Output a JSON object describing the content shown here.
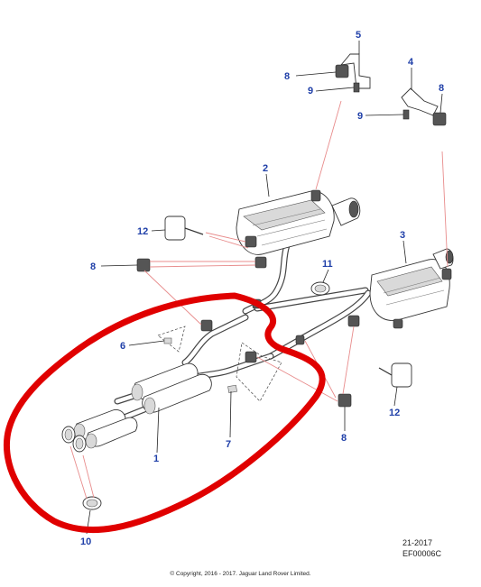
{
  "callouts": [
    {
      "id": "c1",
      "label": "1"
    },
    {
      "id": "c2",
      "label": "2"
    },
    {
      "id": "c3",
      "label": "3"
    },
    {
      "id": "c4",
      "label": "4"
    },
    {
      "id": "c5",
      "label": "5"
    },
    {
      "id": "c6",
      "label": "6"
    },
    {
      "id": "c7",
      "label": "7"
    },
    {
      "id": "c8a",
      "label": "8"
    },
    {
      "id": "c8b",
      "label": "8"
    },
    {
      "id": "c8c",
      "label": "8"
    },
    {
      "id": "c8d",
      "label": "8"
    },
    {
      "id": "c9a",
      "label": "9"
    },
    {
      "id": "c9b",
      "label": "9"
    },
    {
      "id": "c10",
      "label": "10"
    },
    {
      "id": "c11",
      "label": "11"
    },
    {
      "id": "c12a",
      "label": "12"
    },
    {
      "id": "c12b",
      "label": "12"
    }
  ],
  "footer": {
    "date_code": "21-2017",
    "drawing_code": "EF00006C",
    "copyright": "© Copyright, 2016 - 2017. Jaguar Land Rover Limited."
  },
  "colors": {
    "callout": "#1f3fa8",
    "highlight": "#e00000",
    "leader_red": "#e88c8c"
  }
}
